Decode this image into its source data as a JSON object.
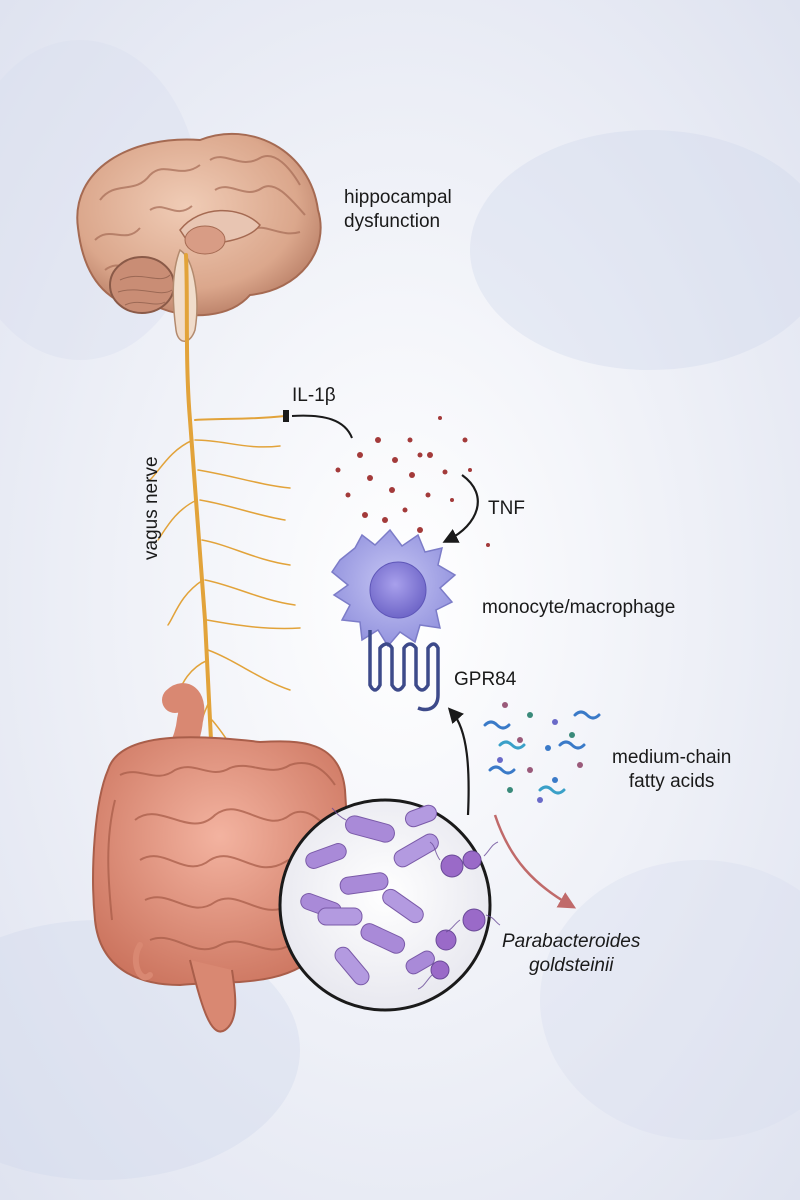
{
  "labels": {
    "hippocampal_line1": "hippocampal",
    "hippocampal_line2": "dysfunction",
    "il1b": "IL-1β",
    "tnf": "TNF",
    "vagus": "vagus nerve",
    "monocyte": "monocyte/macrophage",
    "gpr84": "GPR84",
    "mcfa_line1": "medium-chain",
    "mcfa_line2": "fatty acids",
    "bacteria_line1": "Parabacteroides",
    "bacteria_line2": "goldsteinii"
  },
  "colors": {
    "background": "#eef0f7",
    "brain": "#e0b49a",
    "brain_shadow": "#b98069",
    "nerve": "#e2a33a",
    "cytokine": "#a33a3a",
    "macrophage": "#9a9ae0",
    "nucleus": "#8a82d8",
    "receptor": "#3d4a8a",
    "intestine": "#e0917a",
    "bacteria": "#a98ad8",
    "fatty_acid_blue": "#3a7ac8",
    "arrow_red": "#c06a6a"
  }
}
